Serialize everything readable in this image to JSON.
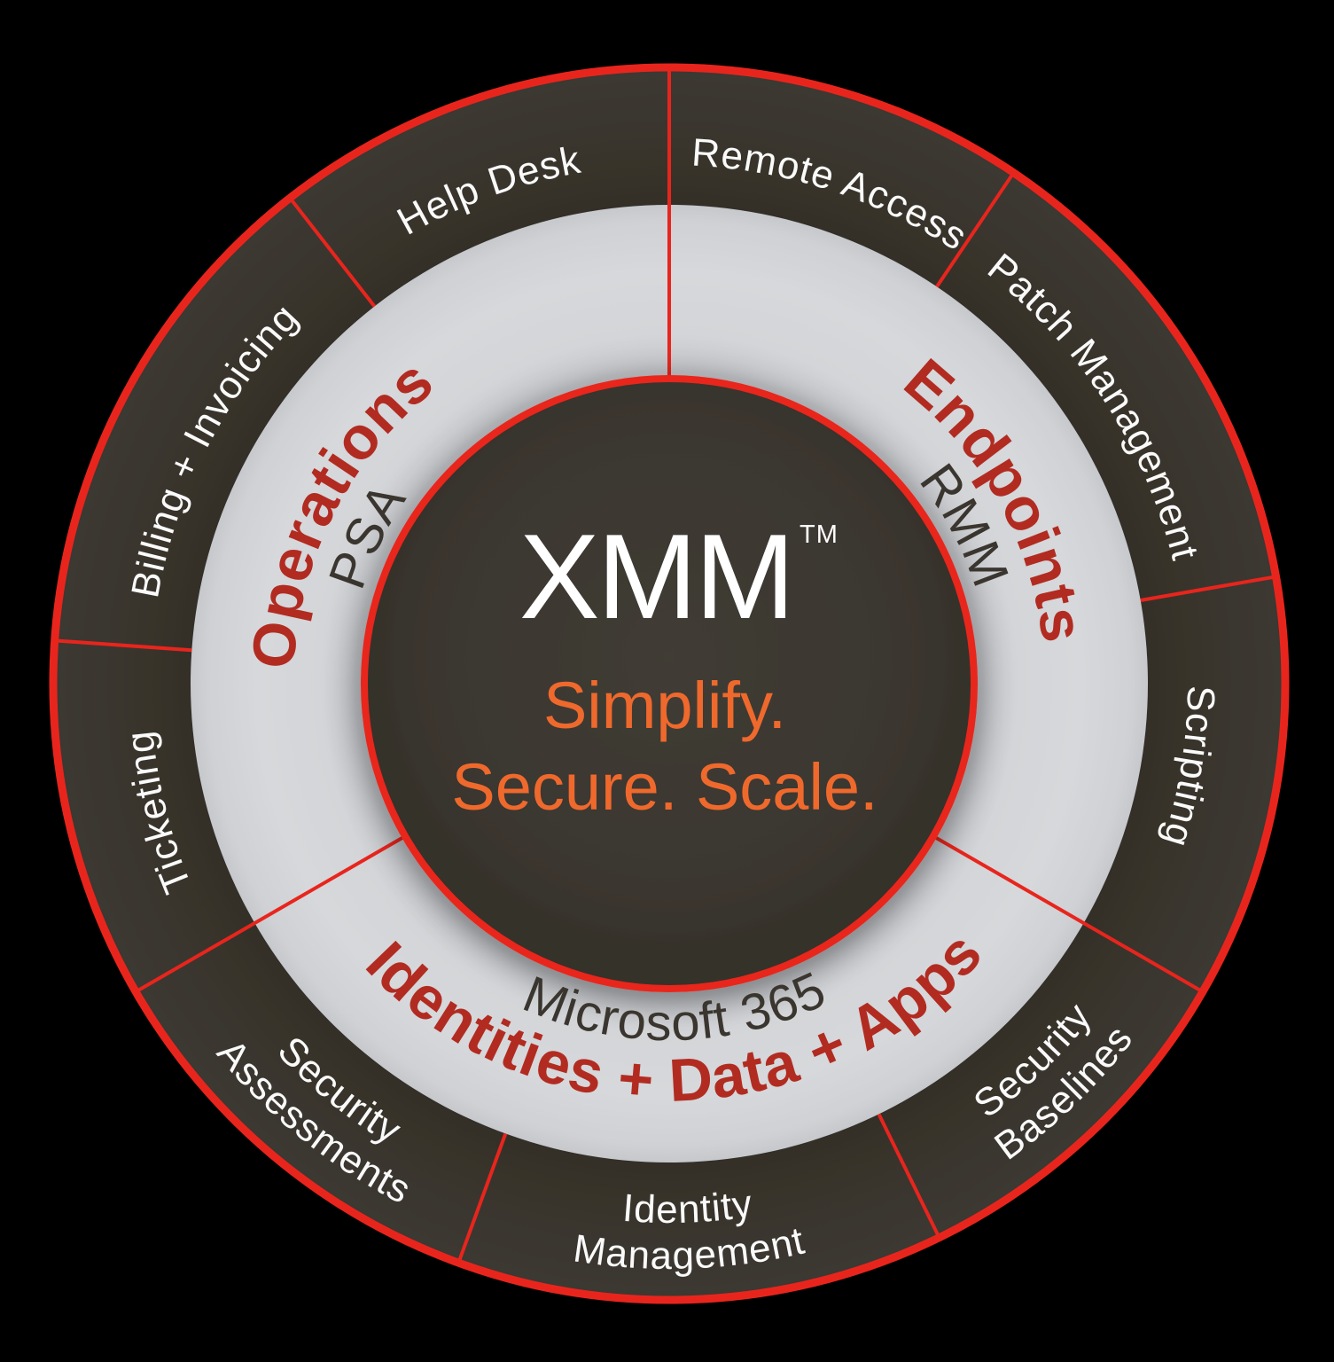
{
  "title": "XMM platform wheel diagram",
  "colors": {
    "background": "#000000",
    "outer_ring_fill": "#3B3731",
    "middle_ring_fill": "#D6D8DB",
    "inner_circle_fill": "#3B3731",
    "divider_red": "#E8251D",
    "category_text_red": "#B22B21",
    "tagline_orange": "#EF692C",
    "outer_label_white": "#FAFAFA",
    "product_text_dark": "#3A362F"
  },
  "center": {
    "brand": "XMM",
    "trademark": "TM",
    "tagline_line1": "Simplify.",
    "tagline_line2": "Secure. Scale."
  },
  "sections": [
    {
      "category": "Endpoints",
      "product": "RMM",
      "services": [
        {
          "label": "Remote Access",
          "lines": [
            "Remote Access"
          ]
        },
        {
          "label": "Patch Management",
          "lines": [
            "Patch Management"
          ]
        },
        {
          "label": "Scripting",
          "lines": [
            "Scripting"
          ]
        }
      ]
    },
    {
      "category": "Identities + Data + Apps",
      "product": "Microsoft 365",
      "services": [
        {
          "label": "Security Baselines",
          "lines": [
            "Security",
            "Baselines"
          ]
        },
        {
          "label": "Identity Management",
          "lines": [
            "Identity",
            "Management"
          ]
        },
        {
          "label": "Security Assessments",
          "lines": [
            "Security",
            "Assessments"
          ]
        }
      ]
    },
    {
      "category": "Operations",
      "product": "PSA",
      "services": [
        {
          "label": "Ticketing",
          "lines": [
            "Ticketing"
          ]
        },
        {
          "label": "Billing + Invoicing",
          "lines": [
            "Billing + Invoicing"
          ]
        },
        {
          "label": "Help Desk",
          "lines": [
            "Help Desk"
          ]
        }
      ]
    }
  ]
}
